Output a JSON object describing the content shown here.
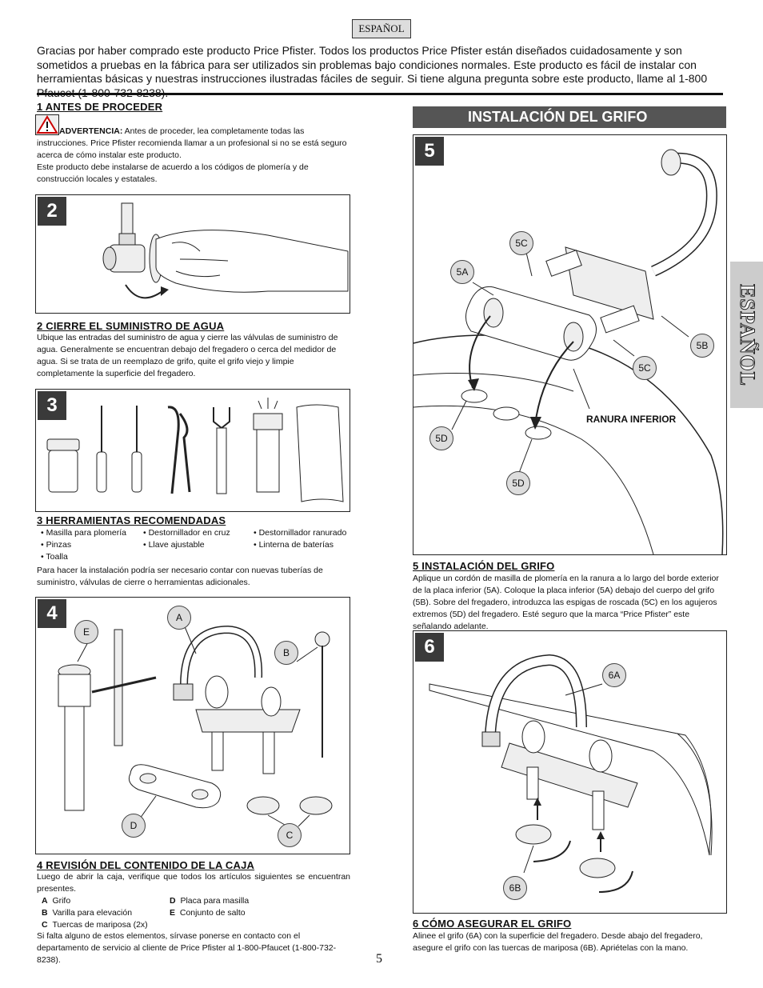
{
  "header": {
    "language_tag": "ESPAÑOL",
    "intro": "Gracias por haber comprado este producto Price Pfister. Todos los productos Price Pfister están diseñados cuidadosamente y son sometidos a pruebas en la fábrica para ser utilizados sin problemas bajo condiciones normales. Este producto es fácil de instalar con herramientas básicas y nuestras instrucciones ilustradas fáciles de seguir. Si tiene alguna pregunta sobre este producto, llame al 1-800 Pfaucet (1-800-732-8238)."
  },
  "side_tab": "ESPAÑOL",
  "section1": {
    "title": "1  ANTES DE PROCEDER",
    "warning_label": "ADVERTENCIA:",
    "warning_text": " Antes de proceder, lea completamente todas las instrucciones. Price Pfister recomienda llamar a un profesional si no se está seguro acerca de cómo instalar este producto.",
    "code_text": "Este producto debe instalarse de acuerdo a los códigos de plomería y de construcción locales y estatales."
  },
  "section2": {
    "step": "2",
    "title": "2  CIERRE EL SUMINISTRO DE AGUA",
    "text": "Ubique las entradas del suministro de agua y cierre las válvulas de suministro de agua. Generalmente se encuentran debajo del fregadero o cerca del medidor de agua. Si se trata de un reemplazo de grifo, quite el grifo viejo y limpie completamente la superficie del fregadero."
  },
  "section3": {
    "step": "3",
    "title": "3  HERRAMIENTAS RECOMENDADAS",
    "tools": [
      "• Masilla para plomería",
      "• Destornillador en cruz",
      "• Destornillador ranurado",
      "• Pinzas",
      "• Llave ajustable",
      "• Linterna de baterías",
      "• Toalla",
      "",
      ""
    ],
    "note": "Para hacer la instalación podría ser necesario contar con nuevas tuberías de suministro, válvulas de cierre o herramientas adicionales."
  },
  "section4": {
    "step": "4",
    "title": "4  REVISIÓN DEL CONTENIDO DE LA CAJA",
    "intro": "Luego de abrir la caja, verifique que todos los artículos siguientes se encuentran presentes.",
    "items": [
      {
        "key": "A",
        "label": "Grifo"
      },
      {
        "key": "D",
        "label": "Placa para masilla"
      },
      {
        "key": "B",
        "label": "Varilla para elevación"
      },
      {
        "key": "E",
        "label": "Conjunto de salto"
      },
      {
        "key": "C",
        "label": "Tuercas de mariposa (2x)"
      }
    ],
    "contact": "Si falta alguno de estos elementos, sírvase ponerse en contacto con el departamento de servicio al cliente de Price Pfister al 1-800-Pfaucet (1-800-732-8238).",
    "callouts": {
      "a": "A",
      "b": "B",
      "c": "C",
      "d": "D",
      "e": "E"
    }
  },
  "install_header": "INSTALACIÓN DEL GRIFO",
  "section5": {
    "step": "5",
    "title": "5  INSTALACIÓN DEL GRIFO",
    "text": "Aplique un cordón de masilla de plomería en la ranura a lo largo del borde exterior de la placa inferior (5A). Coloque la placa inferior (5A) debajo del cuerpo del grifo (5B). Sobre del fregadero, introduzca las espigas de roscada (5C) en los agujeros extremos (5D) del fregadero. Esté seguro que la marca “Price Pfister” este señalando adelante.",
    "callouts": {
      "c1": "5C",
      "a": "5A",
      "b": "5B",
      "c2": "5C",
      "d1": "5D",
      "d2": "5D"
    },
    "ranura_label": "RANURA INFERIOR"
  },
  "section6": {
    "step": "6",
    "title": "6  CÓMO ASEGURAR EL GRIFO",
    "text": "Alinee el grifo (6A) con la superficie del fregadero. Desde abajo del fregadero, asegure el grifo con las tuercas de mariposa (6B). Apriételas con la mano.",
    "callouts": {
      "a": "6A",
      "b": "6B"
    }
  },
  "page_number": "5"
}
